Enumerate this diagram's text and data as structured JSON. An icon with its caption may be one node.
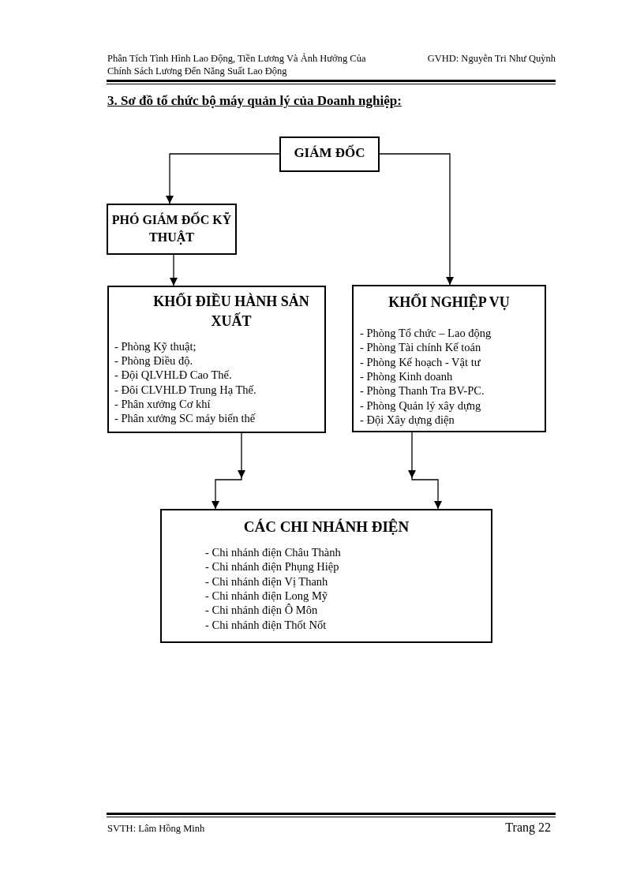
{
  "diagram": {
    "title": "3. Sơ đồ tổ chức bộ máy quản lý của Doanh nghiệp:",
    "nodes": [
      {
        "text": [
          "GIÁM ĐỐC"
        ]
      },
      {
        "text": [
          "PHÓ GIÁM ĐỐC KỸ THUẬT"
        ]
      },
      {
        "text": [
          "KHỐI ĐIỀU HÀNH SẢN XUẤT",
          "- Phòng Kỹ thuật;",
          "- Phòng Điều độ.",
          "- Đội QLVHLĐ Cao Thế.",
          "- Đôi CLVHLĐ Trung Hạ Thế.",
          "- Phân xưởng Cơ khí",
          "- Phân xưởng SC máy biến thế"
        ]
      },
      {
        "text": [
          "KHỐI NGHIỆP VỤ",
          "- Phòng Tổ chức – Lao động",
          "- Phòng Tài chính Kế toán",
          "- Phòng Kế hoạch - Vật tư",
          "- Phòng Kinh doanh",
          "- Phòng Thanh Tra BV-PC.",
          "- Phòng Quản lý xây dựng",
          "- Đội Xây dựng điện"
        ]
      },
      {
        "text": [
          "CÁC CHI NHÁNH ĐIỆN",
          "- Chi nhánh điện Châu Thành",
          "- Chi nhánh điện Phụng Hiệp",
          "- Chi nhánh điện Vị Thanh",
          "- Chi nhánh điện Long Mỹ",
          "- Chi nhánh điện Ô Môn",
          "- Chi nhánh điện Thốt Nốt"
        ]
      }
    ],
    "edges": [
      {
        "from": 0,
        "to": 1,
        "arrow": "to"
      },
      {
        "from": 1,
        "to": 2,
        "arrow": "to"
      },
      {
        "from": 0,
        "to": 3,
        "arrow": "to"
      },
      {
        "from": 2,
        "to": 4,
        "arrow": "to"
      },
      {
        "from": 3,
        "to": 4,
        "arrow": "to"
      }
    ],
    "labels": [
      "Phân Tích Tình Hình Lao Động, Tiền Lương Và Ảnh Hưởng Của Chính Sách Lương Đến Năng Suất Lao Động",
      "GVHD: Nguyễn Tri Như Quỳnh",
      "SVTH: Lâm Hồng Minh",
      "Trang 22"
    ]
  }
}
